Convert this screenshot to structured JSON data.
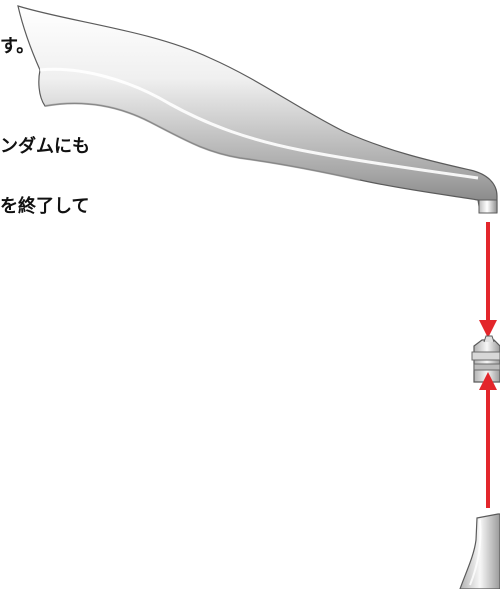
{
  "text_lines": [
    "す。",
    "ンダムにも",
    "を終了して"
  ],
  "colors": {
    "arrow": "#e3262b",
    "metal_light": "#f4f4f4",
    "metal_mid": "#c9c9c9",
    "metal_dark": "#8d8d8d",
    "outline": "#5b5b5b",
    "text": "#111111"
  },
  "parts": {
    "top": "spout-handle",
    "middle": "valve-cartridge",
    "bottom": "base-sleeve"
  }
}
